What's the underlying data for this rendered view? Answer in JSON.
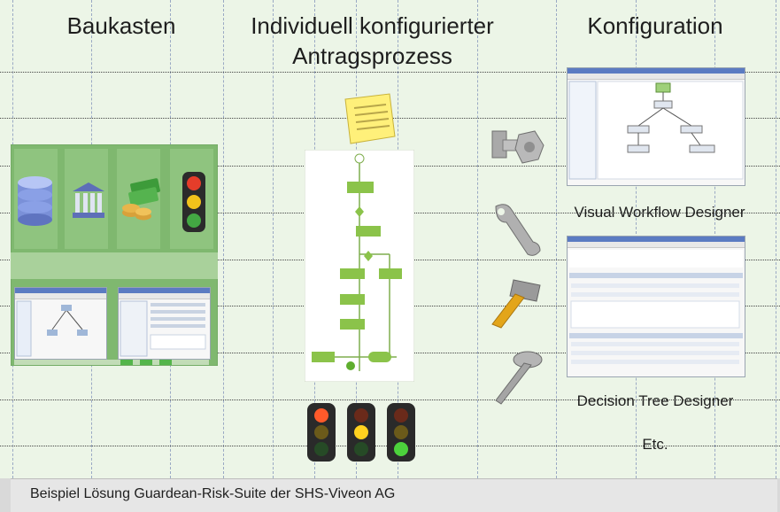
{
  "headings": {
    "baukasten": "Baukasten",
    "prozess_line1": "Individuell konfigurierter",
    "prozess_line2": "Antragsprozess",
    "konfiguration": "Konfiguration"
  },
  "labels": {
    "visual_workflow": "Visual Workflow Designer",
    "decision_tree": "Decision Tree Designer",
    "etc": "Etc."
  },
  "footer": {
    "caption": "Beispiel Lösung Guardean-Risk-Suite der SHS-Viveon AG"
  },
  "colors": {
    "panel_bg": "#ecf5e7",
    "kit_green": "#7fb86f",
    "flow_green": "#8bc34a",
    "footer_bg": "#e6e6e6"
  },
  "icons": {
    "kit": [
      "database-icon",
      "bank-icon",
      "money-icon",
      "traffic-light-icon"
    ],
    "tools": [
      "nut-bolt-icon",
      "wrench-icon",
      "hammer-icon",
      "nail-icon"
    ],
    "status": [
      "traffic-light-red-icon",
      "traffic-light-yellow-icon",
      "traffic-light-green-icon"
    ]
  }
}
